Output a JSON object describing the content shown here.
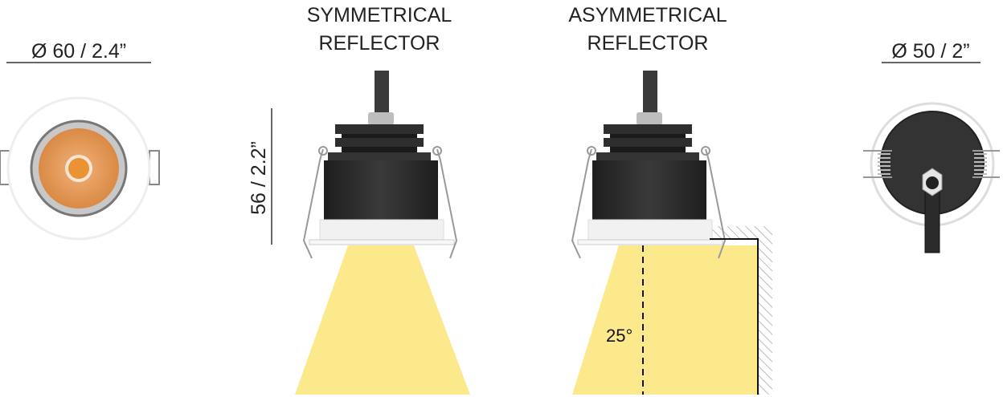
{
  "left_view": {
    "dimension_label": "Ø 60 / 2.4”"
  },
  "symmetrical": {
    "title_line1": "SYMMETRICAL",
    "title_line2": "REFLECTOR",
    "height_label": "56 / 2.2”"
  },
  "asymmetrical": {
    "title_line1": "ASYMMETRICAL",
    "title_line2": "REFLECTOR",
    "angle_label": "25°"
  },
  "right_view": {
    "dimension_label": "Ø 50 / 2”"
  },
  "colors": {
    "beam": "#fbe98c",
    "body": "#2f2f2f",
    "led": "#e8964a"
  }
}
